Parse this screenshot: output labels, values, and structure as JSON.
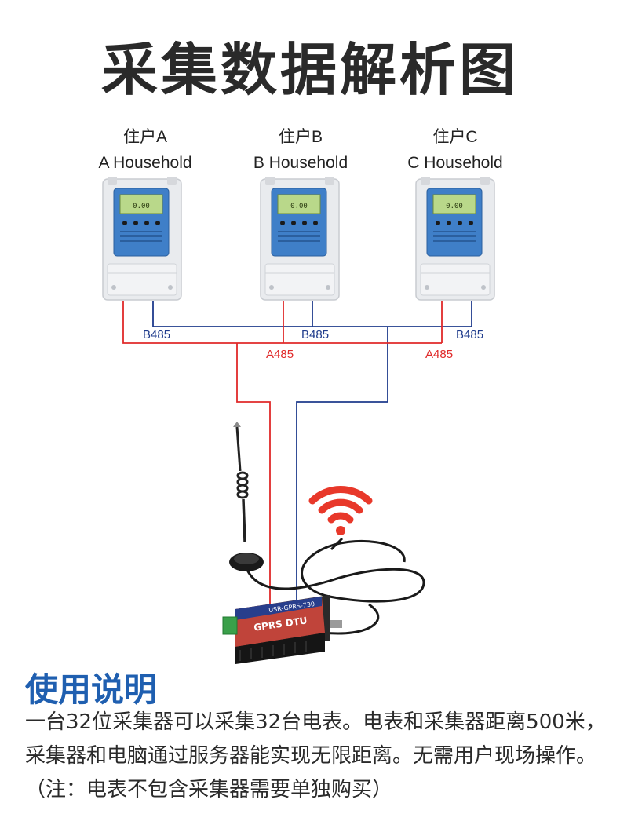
{
  "title": "采集数据解析图",
  "households": [
    {
      "cn": "住户A",
      "en": "A Household"
    },
    {
      "cn": "住户B",
      "en": "B Household"
    },
    {
      "cn": "住户C",
      "en": "C Household"
    }
  ],
  "wire_labels": {
    "b485": "B485",
    "a485": "A485"
  },
  "device": {
    "model": "USR-GPRS-730",
    "name": "GPRS DTU"
  },
  "usage": {
    "title": "使用说明",
    "text": "一台32位采集器可以采集32台电表。电表和采集器距离500米，采集器和电脑通过服务器能实现无限距离。无需用户现场操作。（注：电表不包含采集器需要单独购买）"
  },
  "colors": {
    "b_wire": "#1f3b8c",
    "a_wire": "#e02a2a",
    "accent": "#1f5fb0",
    "wifi": "#e8382a"
  }
}
